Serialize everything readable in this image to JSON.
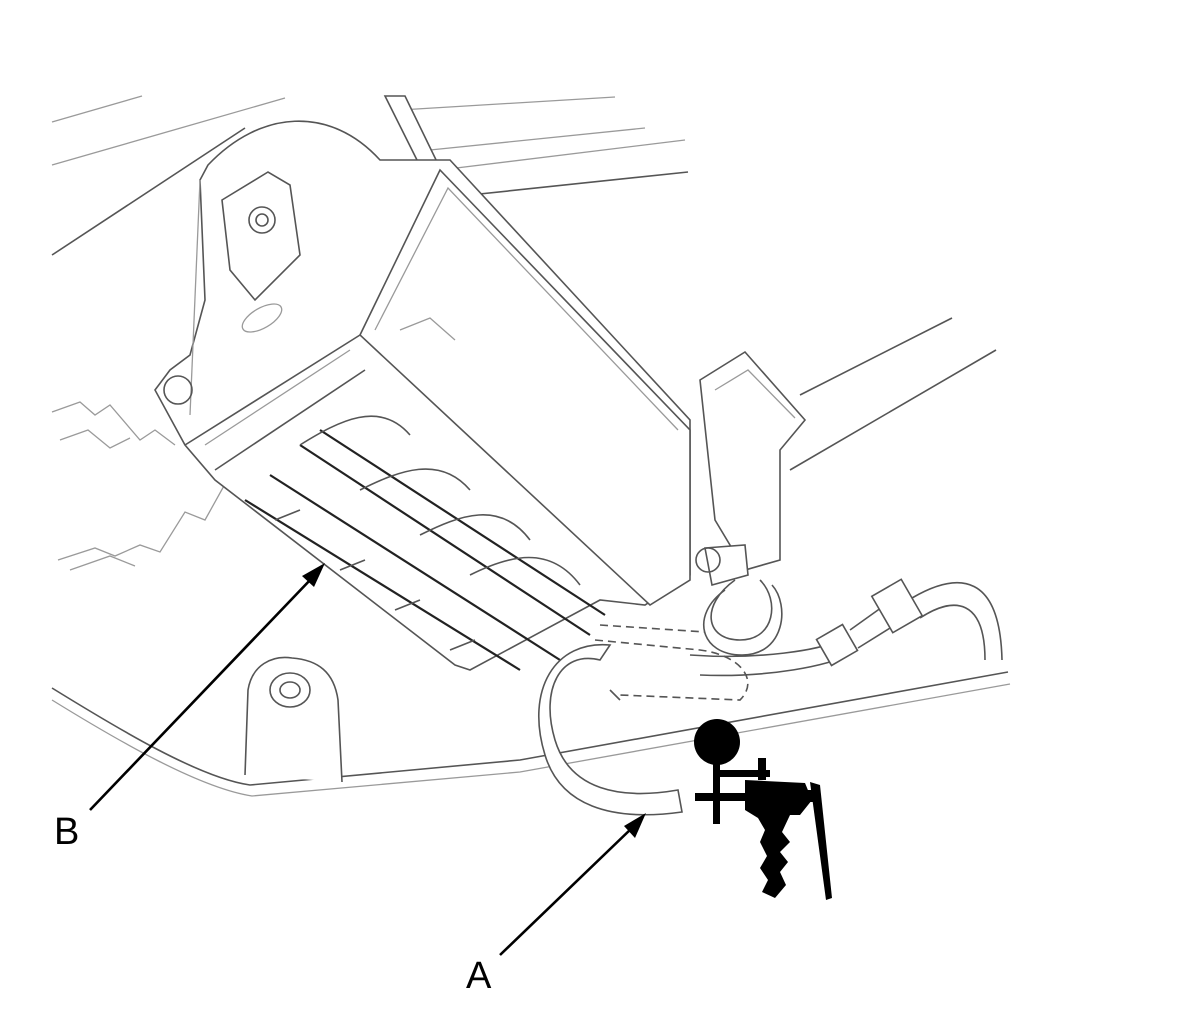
{
  "callouts": {
    "a": "A",
    "b": "B"
  },
  "components": {
    "a": "vacuum-hose",
    "b": "evap-canister"
  },
  "colors": {
    "line_light": "#9a9a9a",
    "line_dark": "#222222",
    "pump": "#000000"
  }
}
